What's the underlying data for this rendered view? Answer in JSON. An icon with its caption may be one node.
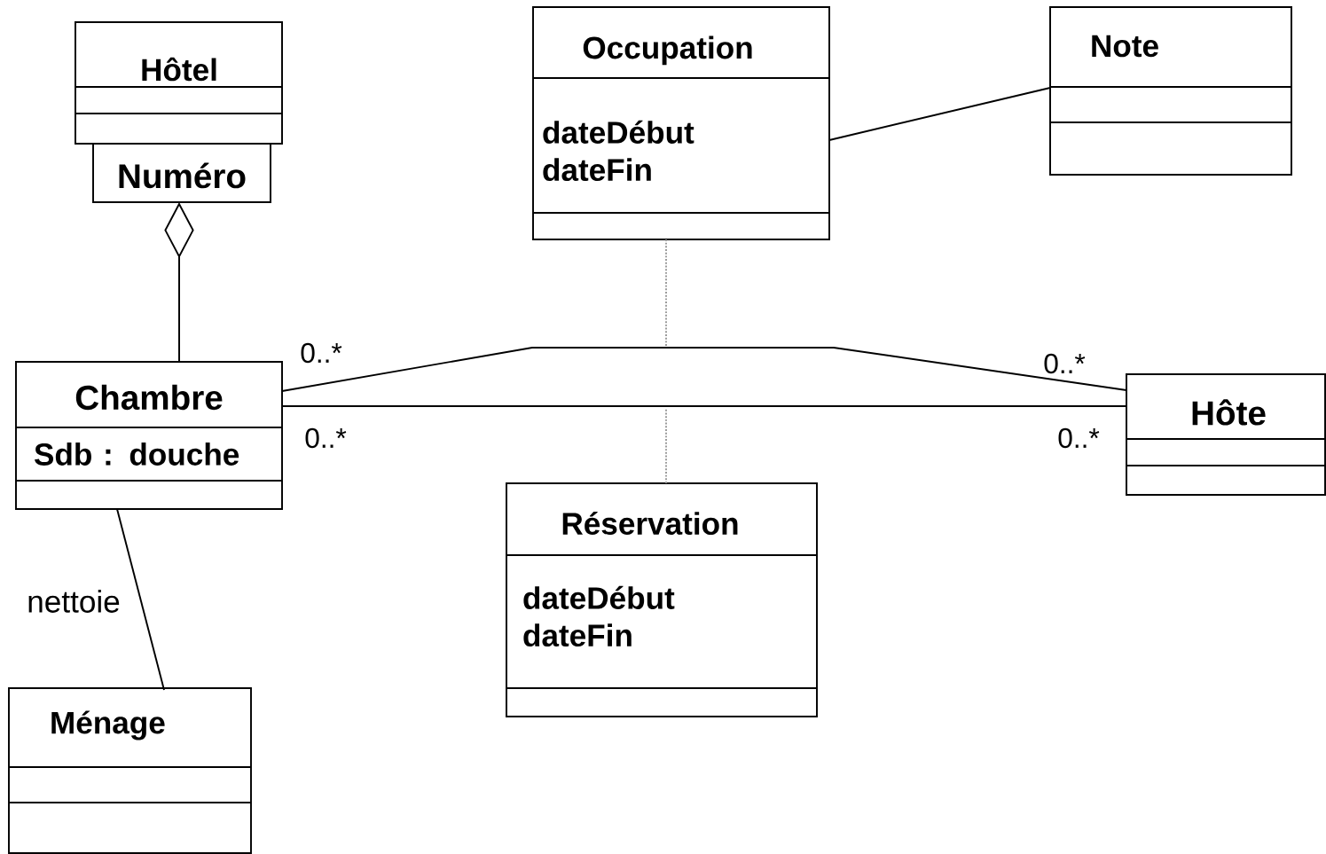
{
  "diagram": {
    "nodes": [
      {
        "text": [
          "Hôtel"
        ]
      },
      {
        "text": [
          "Numéro"
        ]
      },
      {
        "text": [
          "Occupation",
          "dateDébut dateFin"
        ]
      },
      {
        "text": [
          "Note"
        ]
      },
      {
        "text": [
          "Chambre",
          "Sdb : douche"
        ]
      },
      {
        "text": [
          "Hôte"
        ]
      },
      {
        "text": [
          "Réservation",
          "dateDébut dateFin"
        ]
      },
      {
        "text": [
          "Ménage"
        ]
      }
    ],
    "edges": [
      {
        "from": 4,
        "to": 5,
        "arrow": "none"
      },
      {
        "from": 4,
        "to": 5,
        "arrow": "none"
      },
      {
        "from": 1,
        "to": 4,
        "arrow": "other"
      },
      {
        "from": 2,
        "to": 3,
        "arrow": "none"
      },
      {
        "from": 4,
        "to": 7,
        "label": "nettoie",
        "arrow": "none"
      },
      {
        "from": 2,
        "to": null,
        "arrow": "none",
        "style": "dashed",
        "color": "#999999"
      },
      {
        "from": 6,
        "to": null,
        "arrow": "none",
        "style": "dashed",
        "color": "#999999"
      }
    ],
    "labels": [
      "0..*",
      "0..*",
      "0..*",
      "0..*"
    ]
  }
}
